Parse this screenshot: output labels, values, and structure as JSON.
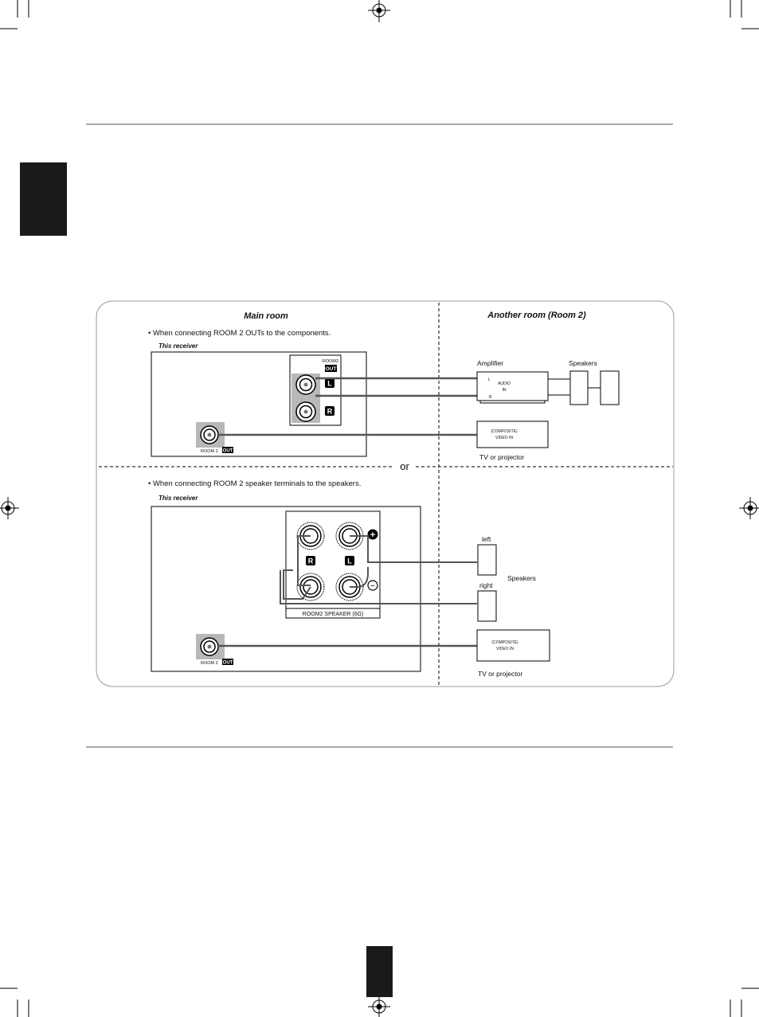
{
  "diagram": {
    "main_room_title": "Main room",
    "another_room_title": "Another room (Room 2)",
    "or_label": "or",
    "section1": {
      "bullet": "• When connecting ROOM 2 OUTs to the components.",
      "receiver_label": "This receiver",
      "room2_out_label": "ROOM2",
      "out_badge": "OUT",
      "l_badge": "L",
      "r_badge": "R",
      "video_out_label": "ROOM 2",
      "video_out_badge": "OUT",
      "amplifier_label": "Amplifier",
      "amp_l": "L",
      "amp_r": "R",
      "amp_audio_in_line1": "AUDIO",
      "amp_audio_in_line2": "IN",
      "speakers_label": "Speakers",
      "tv_box_line1": "(COMPOSITE)",
      "tv_box_line2": "VIDEO IN",
      "tv_label": "TV or projector"
    },
    "section2": {
      "bullet": "• When connecting ROOM 2 speaker terminals to the speakers.",
      "receiver_label": "This receiver",
      "r_badge": "R",
      "l_badge": "L",
      "plus": "+",
      "minus": "−",
      "speaker_terminal_label": "ROOM2  SPEAKER (6Ω)",
      "video_out_label": "ROOM 2",
      "video_out_badge": "OUT",
      "left_label": "left",
      "right_label": "right",
      "speakers_label": "Speakers",
      "tv_box_line1": "(COMPOSITE)",
      "tv_box_line2": "VIDEO IN",
      "tv_label": "TV or projector"
    }
  }
}
